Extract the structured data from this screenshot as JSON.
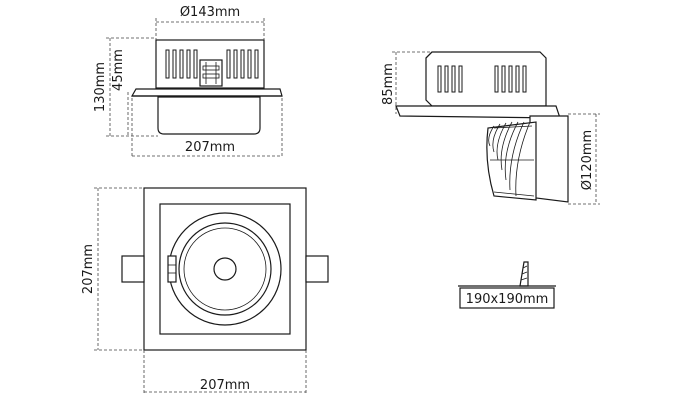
{
  "side_view": {
    "dim_top_diameter": "Ø143mm",
    "dim_total_height": "130mm",
    "dim_inner_height": "45mm",
    "dim_width": "207mm"
  },
  "profile_view": {
    "dim_height": "85mm",
    "dim_diameter": "Ø120mm"
  },
  "top_view": {
    "dim_height": "207mm",
    "dim_width": "207mm"
  },
  "cutout": {
    "label": "190x190mm"
  }
}
